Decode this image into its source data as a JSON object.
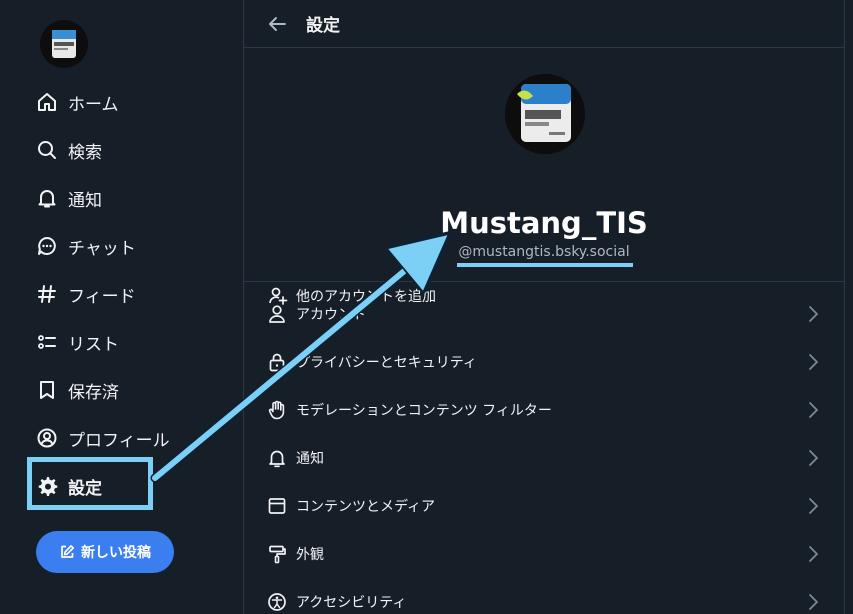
{
  "sidebar": {
    "avatar_alt": "user avatar",
    "items": [
      {
        "label": "ホーム",
        "icon": "home-icon"
      },
      {
        "label": "検索",
        "icon": "search-icon"
      },
      {
        "label": "通知",
        "icon": "bell-icon"
      },
      {
        "label": "チャット",
        "icon": "chat-icon"
      },
      {
        "label": "フィード",
        "icon": "hash-icon"
      },
      {
        "label": "リスト",
        "icon": "list-icon"
      },
      {
        "label": "保存済",
        "icon": "bookmark-icon"
      },
      {
        "label": "プロフィール",
        "icon": "profile-icon"
      },
      {
        "label": "設定",
        "icon": "gear-icon",
        "active": true
      }
    ],
    "compose_label": "新しい投稿"
  },
  "header": {
    "title": "設定"
  },
  "profile": {
    "name": "Mustang_TIS",
    "handle": "@mustangtis.bsky.social",
    "add_account_label": "他のアカウントを追加"
  },
  "menu": [
    {
      "label": "アカウント",
      "icon": "person-icon"
    },
    {
      "label": "プライバシーとセキュリティ",
      "icon": "lock-icon"
    },
    {
      "label": "モデレーションとコンテンツ フィルター",
      "icon": "hand-icon"
    },
    {
      "label": "通知",
      "icon": "bell-icon"
    },
    {
      "label": "コンテンツとメディア",
      "icon": "window-icon"
    },
    {
      "label": "外観",
      "icon": "paint-roller-icon"
    },
    {
      "label": "アクセシビリティ",
      "icon": "accessibility-icon"
    }
  ],
  "colors": {
    "background": "#161e27",
    "accent": "#3b7ef0",
    "annotation": "#7dd0f5",
    "divider": "#2e3844"
  }
}
